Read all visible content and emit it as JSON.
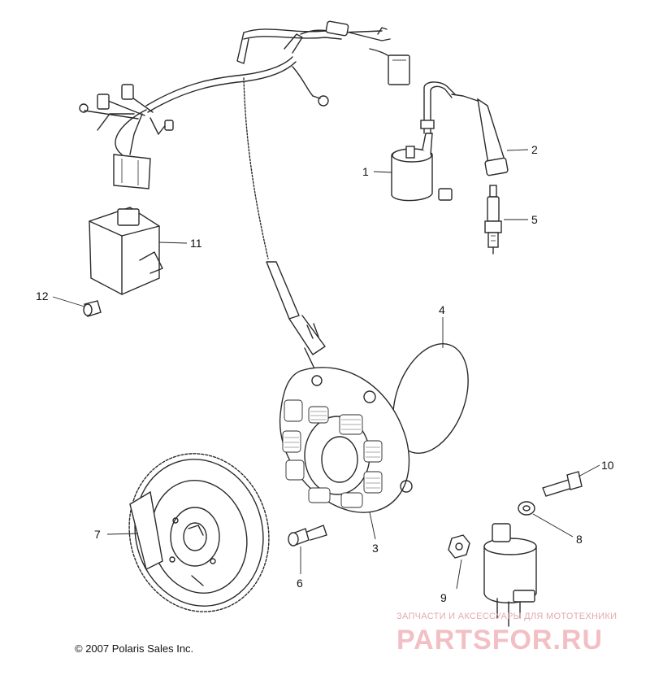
{
  "diagram": {
    "callouts": [
      "1",
      "2",
      "3",
      "4",
      "5",
      "6",
      "7",
      "8",
      "9",
      "10",
      "11",
      "12"
    ],
    "copyright": "© 2007 Polaris Sales Inc.",
    "watermark": {
      "subtitle": "ЗАПЧАСТИ И АКСЕССУАРЫ ДЛЯ МОТОТЕХНИКИ",
      "logo": "PARTSFOR.RU"
    }
  }
}
